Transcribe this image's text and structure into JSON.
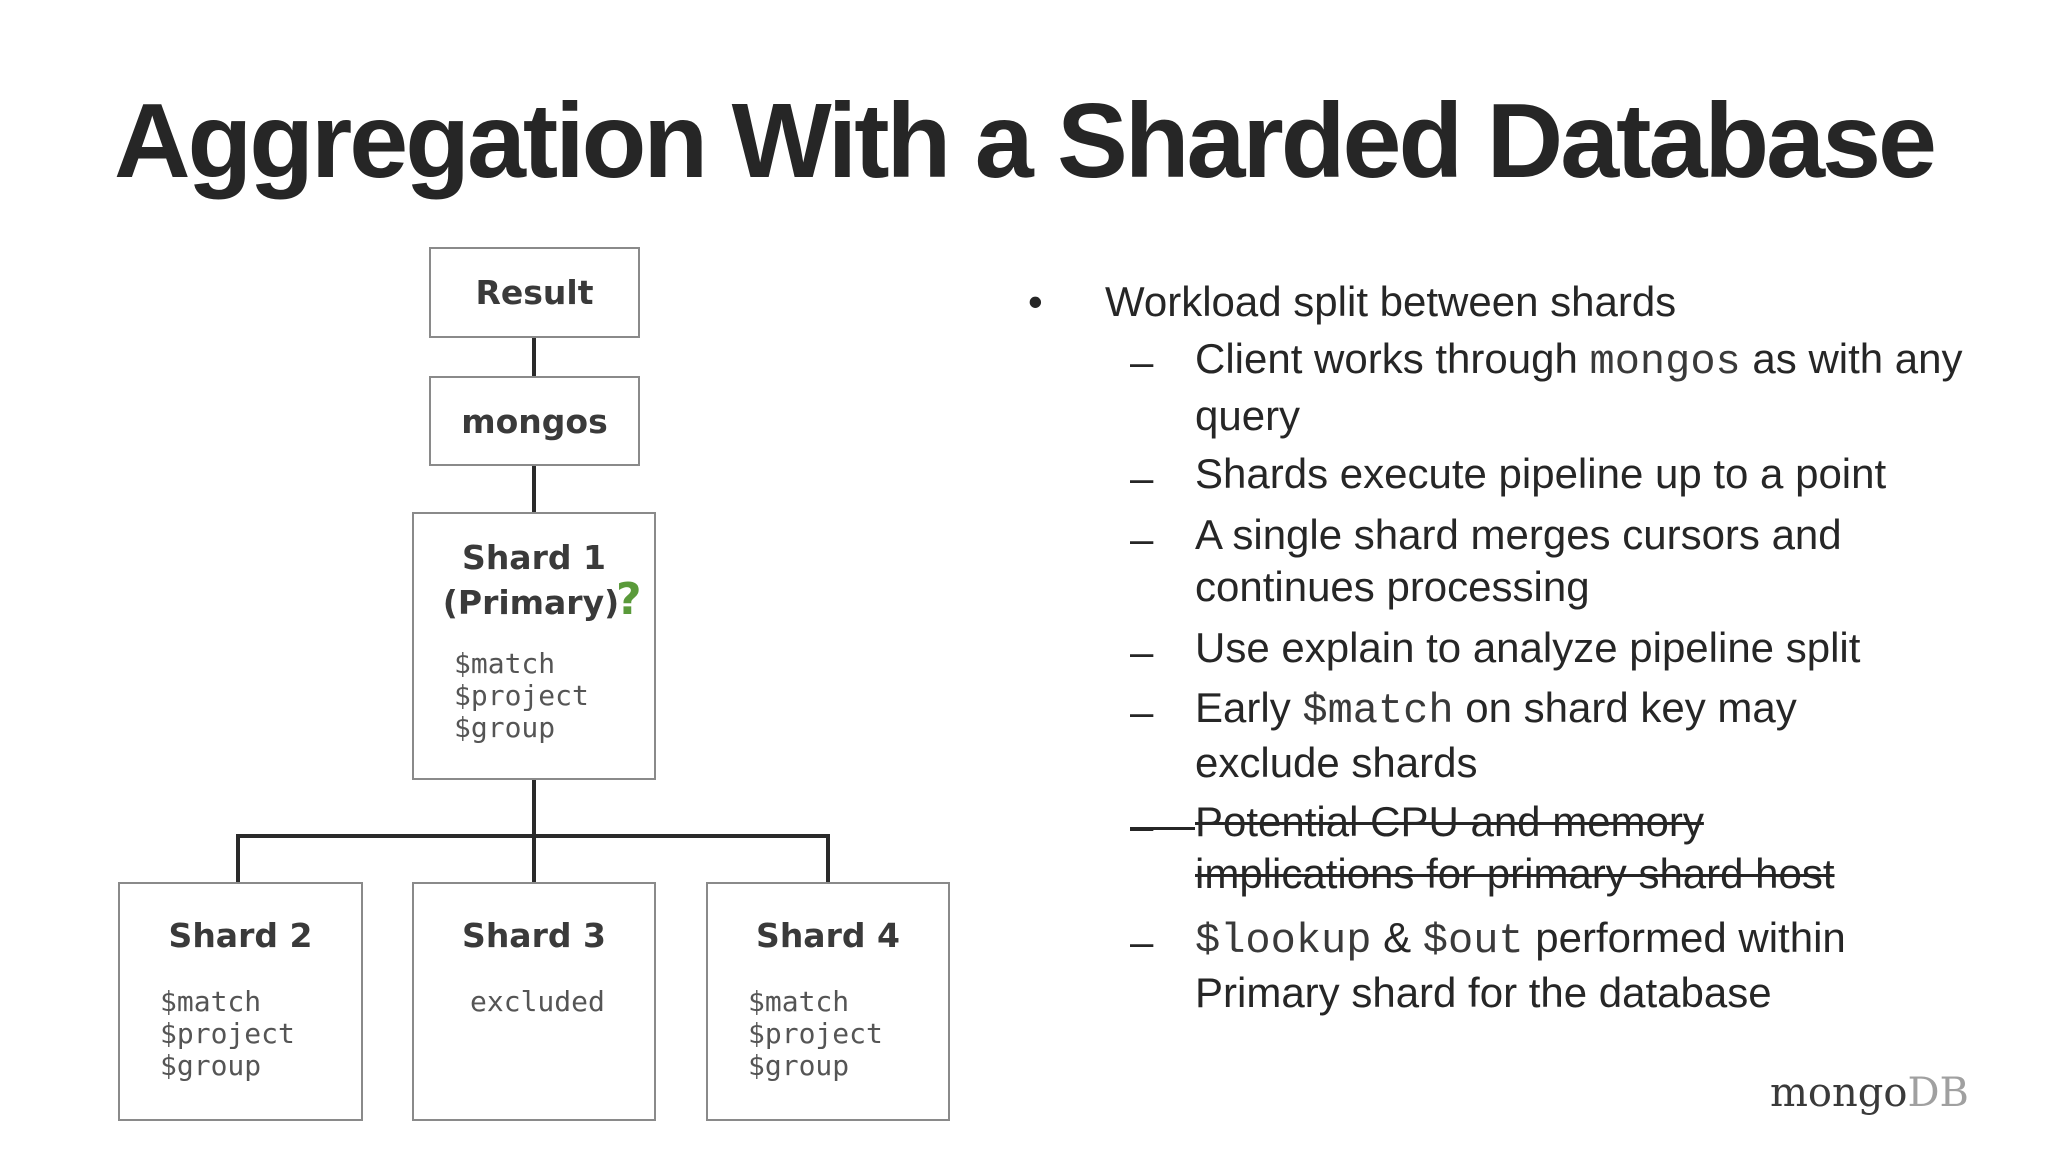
{
  "title": "Aggregation With a Sharded Database",
  "diagram": {
    "result_label": "Result",
    "mongos_label": "mongos",
    "shard1": {
      "title_line1": "Shard 1",
      "title_line2": "(Primary)",
      "question_mark": "?",
      "stages": [
        "$match",
        "$project",
        "$group"
      ]
    },
    "shard2": {
      "title": "Shard 2",
      "stages": [
        "$match",
        "$project",
        "$group"
      ]
    },
    "shard3": {
      "title": "Shard 3",
      "note": "excluded"
    },
    "shard4": {
      "title": "Shard 4",
      "stages": [
        "$match",
        "$project",
        "$group"
      ]
    }
  },
  "bullets": {
    "main_marker": "•",
    "main": "Workload split between shards",
    "dash": "–",
    "sub": [
      {
        "before": "Client works through ",
        "code": "mongos",
        "after": " as with any query"
      },
      {
        "text": "Shards execute pipeline up to a point"
      },
      {
        "text": "A single shard merges cursors and continues processing"
      },
      {
        "text": "Use explain to analyze pipeline split"
      },
      {
        "before": "Early ",
        "code": "$match",
        "after": " on shard key may exclude shards"
      },
      {
        "text": "Potential CPU and memory implications for primary shard host",
        "struck": true
      },
      {
        "code1": "$lookup",
        "mid": " & ",
        "code2": "$out",
        "after": " performed within Primary shard for the database"
      }
    ]
  },
  "logo": {
    "part1": "mongo",
    "part2": "DB"
  }
}
